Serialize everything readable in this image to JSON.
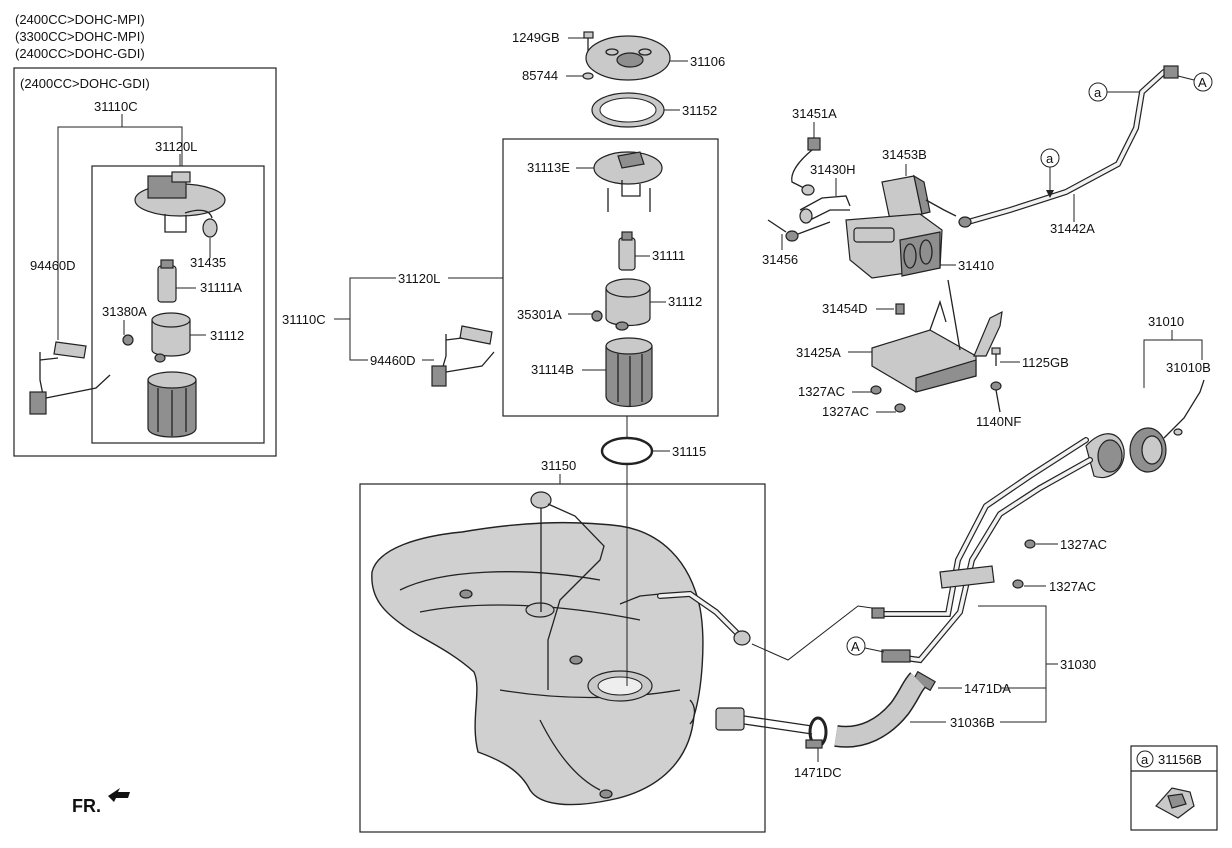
{
  "engine_notes": [
    "(2400CC>DOHC-MPI)",
    "(3300CC>DOHC-MPI)",
    "(2400CC>DOHC-GDI)"
  ],
  "inset": {
    "title": "(2400CC>DOHC-GDI)",
    "labels": {
      "c31110c": "31110C",
      "c31120l": "31120L",
      "c94460d": "94460D",
      "c31435": "31435",
      "c31111a": "31111A",
      "c31380a": "31380A",
      "c31112": "31112"
    }
  },
  "pump": {
    "labels": {
      "c1249gb": "1249GB",
      "c85744": "85744",
      "c31106": "31106",
      "c31152": "31152",
      "c31113e": "31113E",
      "c31111": "31111",
      "c35301a": "35301A",
      "c31112": "31112",
      "c31114b": "31114B",
      "c31115": "31115",
      "c31120l": "31120L",
      "c31110c": "31110C",
      "c94460d": "94460D"
    }
  },
  "tank": {
    "labels": {
      "c31150": "31150"
    }
  },
  "canister": {
    "labels": {
      "c31451a": "31451A",
      "c31453b": "31453B",
      "c31430h": "31430H",
      "c31456": "31456",
      "c31410": "31410",
      "c31454d": "31454D",
      "c31425a": "31425A",
      "c1125gb": "1125GB",
      "c1327ac_a": "1327AC",
      "c1327ac_b": "1327AC",
      "c1140nf": "1140NF"
    }
  },
  "vent_line": {
    "labels": {
      "c31442a": "31442A"
    },
    "marker_a": "a",
    "marker_A": "A"
  },
  "filler": {
    "labels": {
      "c31010": "31010",
      "c31010b": "31010B",
      "c1327ac_a": "1327AC",
      "c1327ac_b": "1327AC",
      "c31030": "31030",
      "c1471da": "1471DA",
      "c31036b": "31036B",
      "c1471dc": "1471DC"
    },
    "marker_A": "A"
  },
  "legend_box": {
    "marker": "a",
    "part": "31156B"
  },
  "front_label": "FR."
}
